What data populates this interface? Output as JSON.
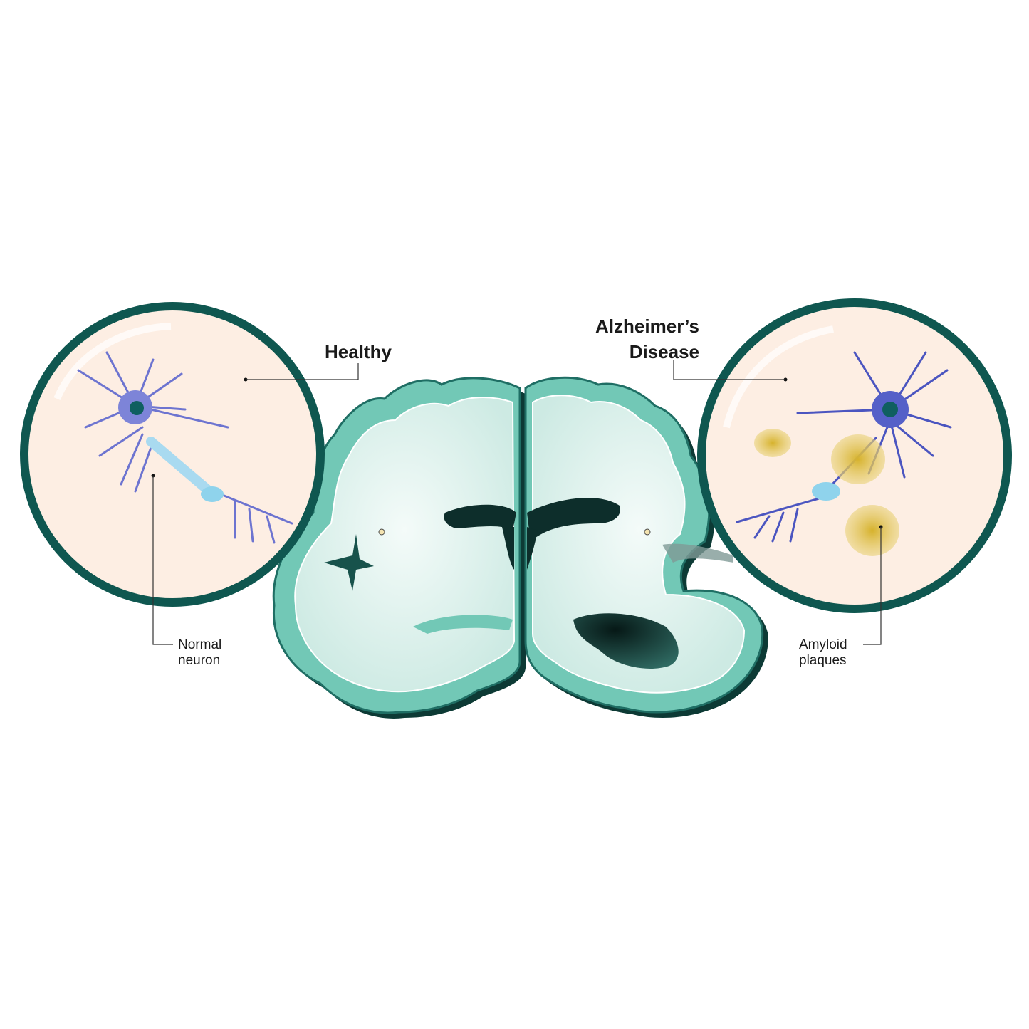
{
  "labels": {
    "healthy": "Healthy",
    "alzheimers_line1": "Alzheimer’s",
    "alzheimers_line2": "Disease",
    "normal_neuron_line1": "Normal",
    "normal_neuron_line2": "neuron",
    "amyloid_line1": "Amyloid",
    "amyloid_line2": "plaques"
  },
  "colors": {
    "circle_rim": "#0f5750",
    "circle_fill": "#fdeee3",
    "cortex": "#72c8b6",
    "white_matter": "#dff2ee",
    "ventricle": "#0d2e2b",
    "neuron": "#6d74d0",
    "plaque": "#d9b83a"
  }
}
